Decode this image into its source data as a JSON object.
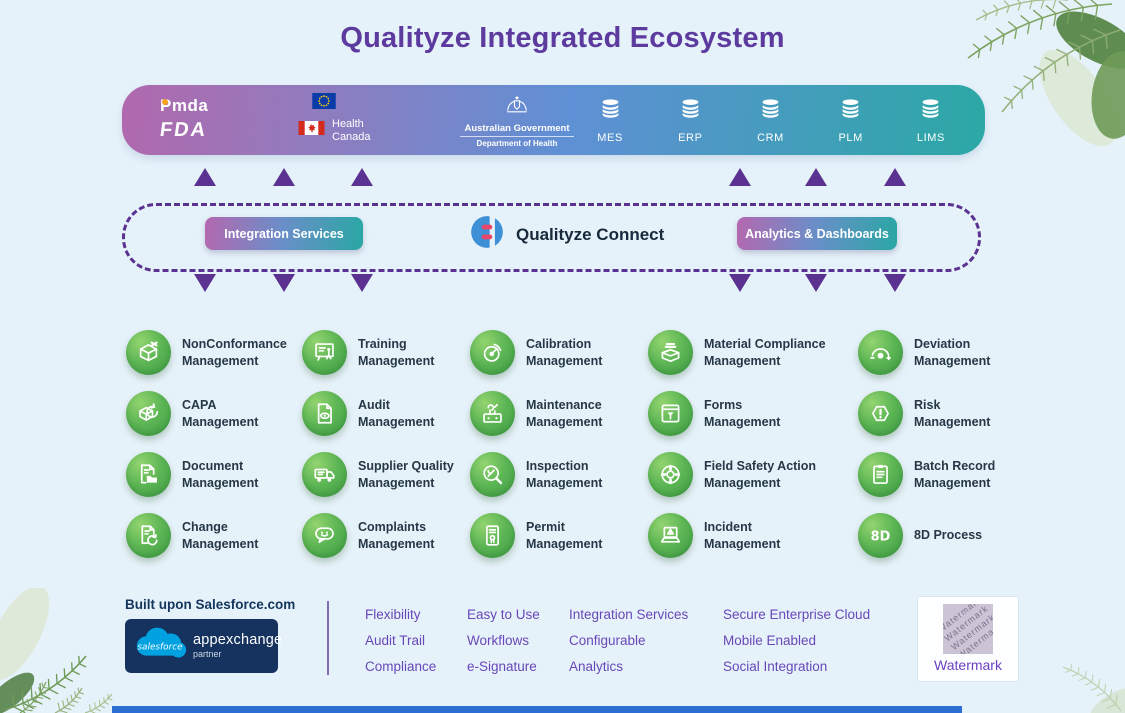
{
  "title": "Qualityze Integrated Ecosystem",
  "colors": {
    "background": "#e6f2fa",
    "accent_purple": "#5b3191",
    "title_purple": "#5d3a9e",
    "bar_gradient_start": "#b168ad",
    "bar_gradient_mid": "#5f90d5",
    "bar_gradient_end": "#2ba8a5",
    "module_green": "#49a648",
    "features_purple": "#6847b8",
    "salesforce_navy": "#16325e",
    "salesforce_blue": "#00a1e0",
    "connect_blue": "#3d8fd6",
    "connect_red": "#e8476a",
    "footer_bar_blue": "#2d6ed2"
  },
  "top_bar": {
    "pmda": "Pmda",
    "fda": "FDA",
    "health_canada": {
      "line1": "Health",
      "line2": "Canada"
    },
    "australia": {
      "line1": "Australian Government",
      "line2": "Department of Health"
    },
    "systems": [
      {
        "icon": "database-icon",
        "label": "MES"
      },
      {
        "icon": "database-icon",
        "label": "ERP"
      },
      {
        "icon": "database-icon",
        "label": "CRM"
      },
      {
        "icon": "database-icon",
        "label": "PLM"
      },
      {
        "icon": "database-icon",
        "label": "LIMS"
      }
    ]
  },
  "connect": {
    "integration_pill": "Integration Services",
    "brand": "Qualityze Connect",
    "analytics_pill": "Analytics & Dashboards"
  },
  "modules": [
    {
      "icon": "boxX",
      "lines": [
        "NonConformance",
        "Management"
      ]
    },
    {
      "icon": "training",
      "lines": [
        "Training",
        "Management"
      ]
    },
    {
      "icon": "calibration",
      "lines": [
        "Calibration",
        "Management"
      ]
    },
    {
      "icon": "material",
      "lines": [
        "Material Compliance",
        "Management"
      ]
    },
    {
      "icon": "deviation",
      "lines": [
        "Deviation",
        "Management"
      ]
    },
    {
      "icon": "capa",
      "lines": [
        "CAPA",
        "Management"
      ]
    },
    {
      "icon": "audit",
      "lines": [
        "Audit",
        "Management"
      ]
    },
    {
      "icon": "maintenance",
      "lines": [
        "Maintenance",
        "Management"
      ]
    },
    {
      "icon": "forms",
      "lines": [
        "Forms",
        "Management"
      ]
    },
    {
      "icon": "risk",
      "lines": [
        "Risk",
        "Management"
      ]
    },
    {
      "icon": "document",
      "lines": [
        "Document",
        "Management"
      ]
    },
    {
      "icon": "supplier",
      "lines": [
        "Supplier Quality",
        "Management"
      ]
    },
    {
      "icon": "inspection",
      "lines": [
        "Inspection",
        "Management"
      ]
    },
    {
      "icon": "fieldsafety",
      "lines": [
        "Field Safety Action",
        "Management"
      ]
    },
    {
      "icon": "batch",
      "lines": [
        "Batch Record",
        "Management"
      ]
    },
    {
      "icon": "change",
      "lines": [
        "Change",
        "Management"
      ]
    },
    {
      "icon": "complaints",
      "lines": [
        "Complaints",
        "Management"
      ]
    },
    {
      "icon": "permit",
      "lines": [
        "Permit",
        "Management"
      ]
    },
    {
      "icon": "incident",
      "lines": [
        "Incident",
        "Management"
      ]
    },
    {
      "icon": "eightd",
      "lines": [
        "8D Process"
      ]
    }
  ],
  "footer": {
    "built_upon": "Built upon Salesforce.com",
    "badge": {
      "logo": "salesforce-cloud-logo",
      "brand": "salesforce",
      "title": "appexchange",
      "subtitle": "partner"
    },
    "feature_columns": [
      [
        "Flexibility",
        "Audit Trail",
        "Compliance"
      ],
      [
        "Easy to Use",
        "Workflows",
        "e-Signature"
      ],
      [
        "Integration Services",
        "Configurable",
        "Analytics"
      ],
      [
        "Secure Enterprise Cloud",
        "Mobile Enabled",
        "Social Integration"
      ]
    ],
    "watermark": {
      "label": "Watermark",
      "pattern_text": "Watermark",
      "pattern_repeats": 4
    }
  }
}
